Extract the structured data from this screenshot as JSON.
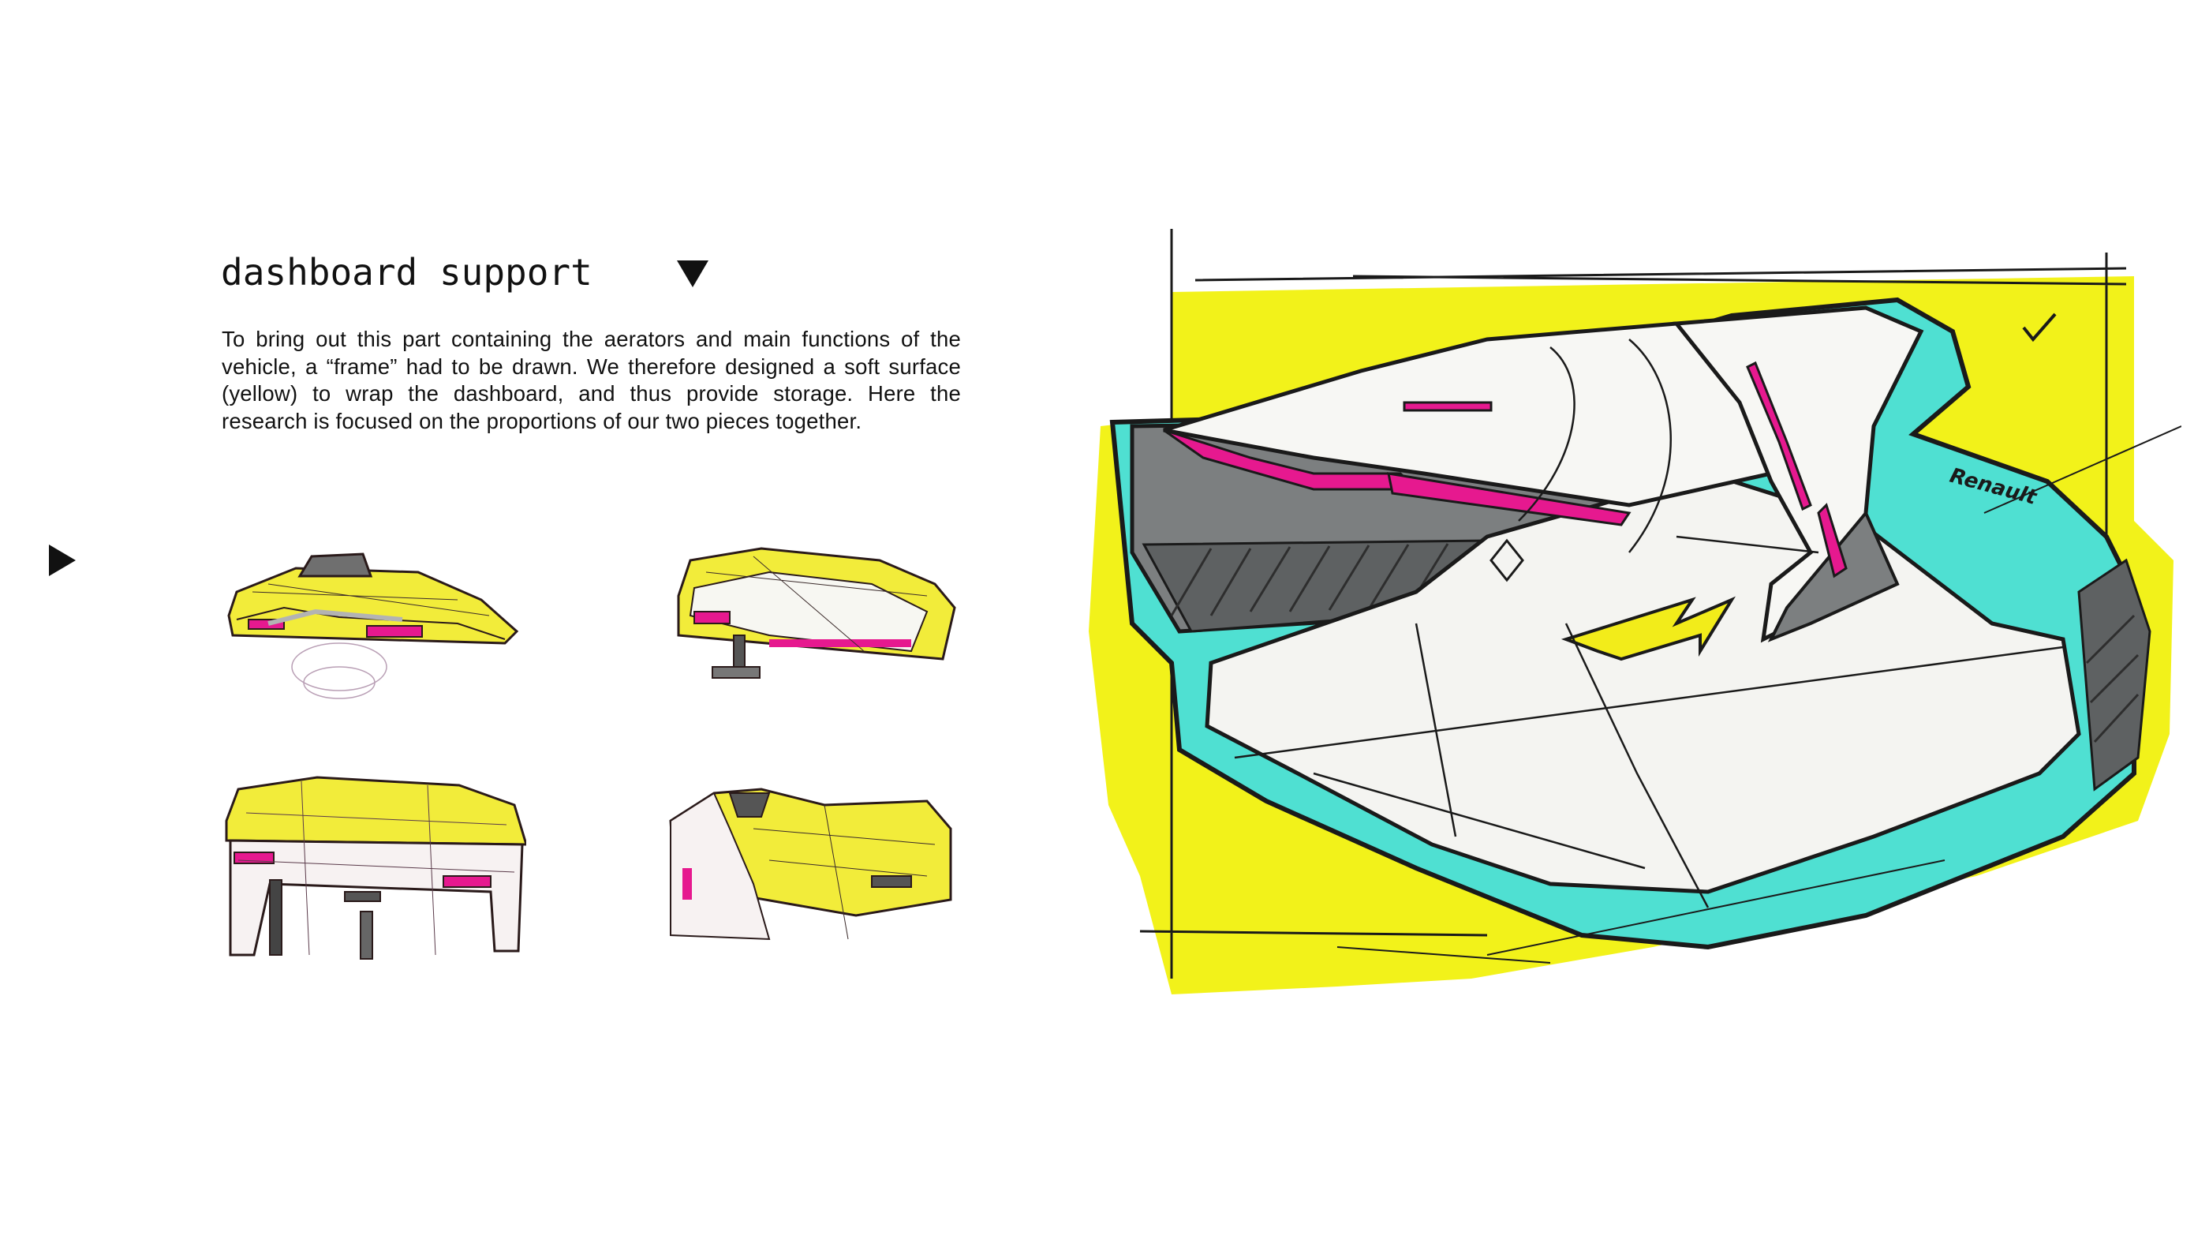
{
  "heading": {
    "title": "dashboard support",
    "title_marker_icon": "triangle-down-icon"
  },
  "description": "To bring out this part containing the aerators and main functions of the vehicle, a “frame” had to be drawn. We therefore designed a soft surface (yellow) to wrap the dashboard, and thus provide storage. Here the research is focused on the proportions of our two pieces together.",
  "side_marker_icon": "triangle-right-icon",
  "sketches": {
    "thumbnails": [
      "front-view-sketch",
      "three-quarter-view-sketch",
      "rear-frame-sketch",
      "perspective-frame-sketch"
    ],
    "main_sketch": {
      "brand_text": "Renault"
    }
  },
  "colors": {
    "yellow": "#f2f21a",
    "turquoise": "#4fe0d2",
    "magenta": "#e6198f",
    "grey": "#7c7f80",
    "ink": "#1a1a1a"
  }
}
